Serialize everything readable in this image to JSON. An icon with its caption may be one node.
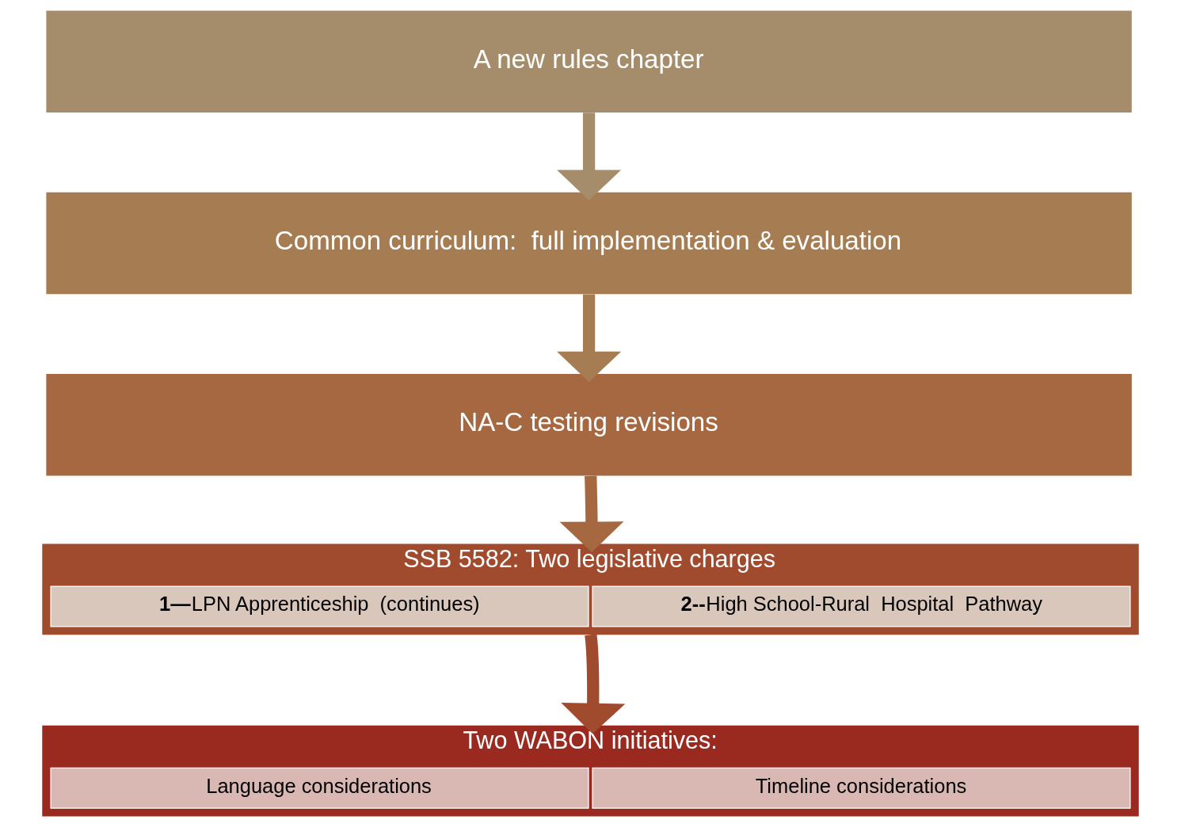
{
  "diagram": {
    "nodes": [
      {
        "text": [
          "A new rules chapter"
        ]
      },
      {
        "text": [
          "Common curriculum:  full implementation & evaluation"
        ]
      },
      {
        "text": [
          "NA-C testing revisions"
        ]
      },
      {
        "text": [
          "SSB 5582: Two legislative charges"
        ]
      },
      {
        "text": [
          "**1—**LPN Apprenticeship  (continues)"
        ],
        "in": 3
      },
      {
        "text": [
          "**2--**High School-Rural  Hospital  Pathway"
        ],
        "in": 3
      },
      {
        "text": [
          "Two WABON initiatives:"
        ]
      },
      {
        "text": [
          "Language considerations"
        ],
        "in": 6
      },
      {
        "text": [
          "Timeline considerations"
        ],
        "in": 6
      }
    ],
    "edges": [
      {
        "from": 0,
        "to": 1,
        "arrow": "to",
        "color": "#a58d6b"
      },
      {
        "from": 1,
        "to": 2,
        "arrow": "to",
        "color": "#a67c52"
      },
      {
        "from": 2,
        "to": 3,
        "arrow": "to",
        "color": "#a66840"
      },
      {
        "from": 3,
        "to": 6,
        "arrow": "to",
        "color": "#a04a2e"
      }
    ]
  }
}
